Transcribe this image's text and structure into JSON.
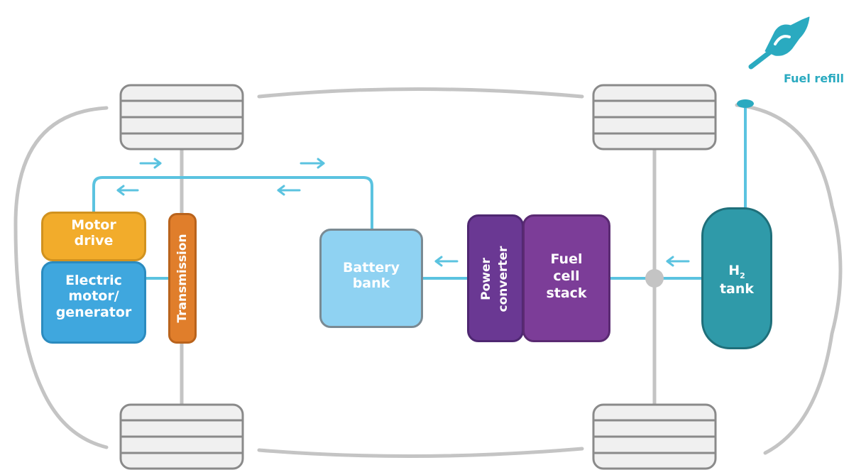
{
  "colors": {
    "frame": "#c4c4c4",
    "line": "#5bc3e0",
    "wheel_fill": "#f0f0f0",
    "wheel_stroke": "#8a8a8a",
    "motor_drive": "#f2ac2b",
    "electric_motor": "#3fa7de",
    "transmission": "#e07e2b",
    "battery": "#8fd2f2",
    "power_converter": "#6a3893",
    "fuel_cell": "#7c3d98",
    "h2_tank": "#2f9aa9",
    "fuel_refill": "#2aaac0"
  },
  "labels": {
    "motor_drive": [
      "Motor",
      "drive"
    ],
    "electric_motor": [
      "Electric",
      "motor/",
      "generator"
    ],
    "transmission": "Transmission",
    "battery_bank": [
      "Battery",
      "bank"
    ],
    "power_converter": [
      "Power",
      "converter"
    ],
    "fuel_cell_stack": [
      "Fuel",
      "cell",
      "stack"
    ],
    "h2_tank": {
      "prefix": "H",
      "subscript": "2",
      "line2": "tank"
    },
    "fuel_refill": "Fuel refill"
  },
  "icons": {
    "fuel_nozzle": "fuel-nozzle-icon",
    "arrow": "arrow-icon",
    "wheel": "wheel-icon"
  }
}
